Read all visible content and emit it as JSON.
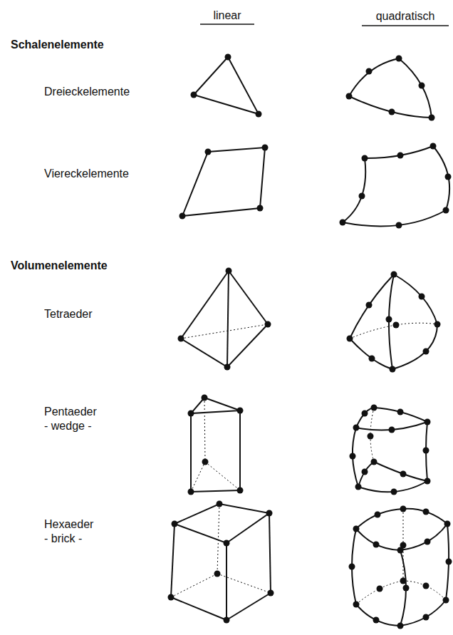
{
  "diagram": {
    "labels": [
      "linear",
      "quadratisch",
      "Schalenelemente",
      "Dreieckelemente",
      "Viereckelemente",
      "Volumenelemente",
      "Tetraeder",
      "Pentaeder",
      "- wedge -",
      "Hexaeder",
      "- brick -"
    ]
  }
}
